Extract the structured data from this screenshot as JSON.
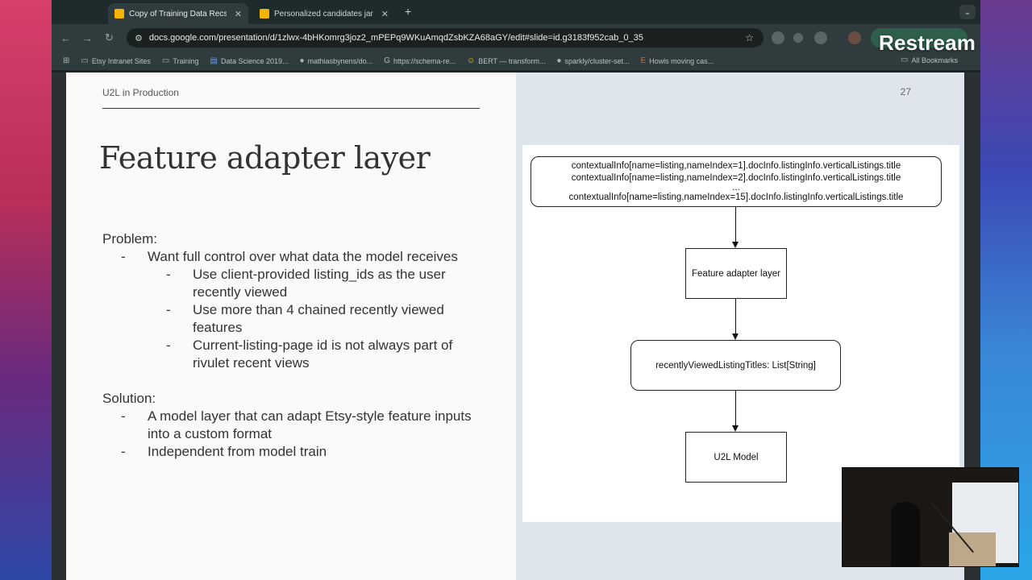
{
  "browser": {
    "tabs": [
      {
        "label": "Copy of Training Data Recs R",
        "active": true
      },
      {
        "label": "Personalized candidates jan 2",
        "active": false
      }
    ],
    "url": "docs.google.com/presentation/d/1zlwx-4bHKomrg3joz2_mPEPq9WKuAmqdZsbKZA68aGY/edit#slide=id.g3183f952cab_0_35",
    "bookmarks": [
      "Etsy Intranet Sites",
      "Training",
      "Data Science 2019...",
      "mathiasbynens/do...",
      "https://schema-re...",
      "BERT — transform...",
      "sparkly/cluster-set...",
      "Howls moving cas..."
    ],
    "all_bookmarks": "All Bookmarks",
    "icons": {
      "back": "back-arrow-icon",
      "forward": "forward-arrow-icon",
      "reload": "reload-icon",
      "star": "star-icon",
      "new_tab": "plus-icon"
    }
  },
  "slide": {
    "section_label": "U2L in Production",
    "slide_number": "27",
    "title": "Feature adapter layer",
    "problem_head": "Problem:",
    "problem_l1": "Want full control over what data the model receives",
    "problem_l2": [
      "Use client-provided listing_ids as the user recently viewed",
      "Use more than 4 chained recently viewed features",
      "Current-listing-page id is not always part of rivulet recent views"
    ],
    "solution_head": "Solution:",
    "solution_items": [
      "A model layer that can adapt Etsy-style feature inputs into a custom format",
      "Independent from model train"
    ]
  },
  "diagram": {
    "input_lines": [
      "contextualInfo[name=listing,nameIndex=1].docInfo.listingInfo.verticalListings.title",
      "contextualInfo[name=listing,nameIndex=2].docInfo.listingInfo.verticalListings.title",
      "...",
      "contextualInfo[name=listing,nameIndex=15].docInfo.listingInfo.verticalListings.title"
    ],
    "adapter_label": "Feature adapter layer",
    "output_label": "recentlyViewedListingTitles: List[String]",
    "model_label": "U2L Model"
  },
  "overlay": {
    "logo": "Restream"
  }
}
